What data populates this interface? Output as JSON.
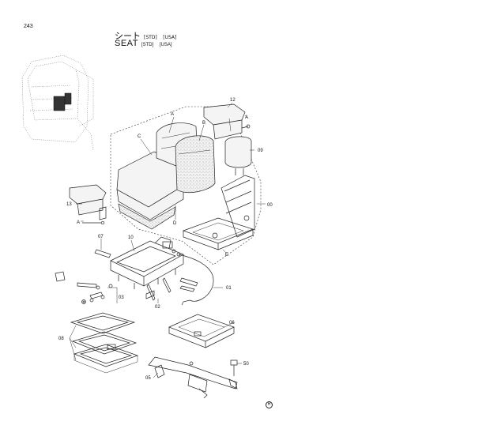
{
  "page_number": "243",
  "title": {
    "jp": "シート",
    "en": "SEAT",
    "tag_std": "[STD]",
    "tag_usa": "[USA]"
  },
  "callouts": {
    "c12": "12",
    "c09": "09",
    "c00": "00",
    "c13": "13",
    "c07": "07",
    "c10": "10",
    "c01": "01",
    "c03": "03",
    "c02": "02",
    "c06": "06",
    "c08": "08",
    "c50": "50",
    "c05": "05",
    "lA1": "A",
    "lA2": "A",
    "lA3": "A",
    "lB": "B",
    "lC": "C",
    "lD": "D",
    "lE": "E"
  },
  "logo_glyph": "H"
}
